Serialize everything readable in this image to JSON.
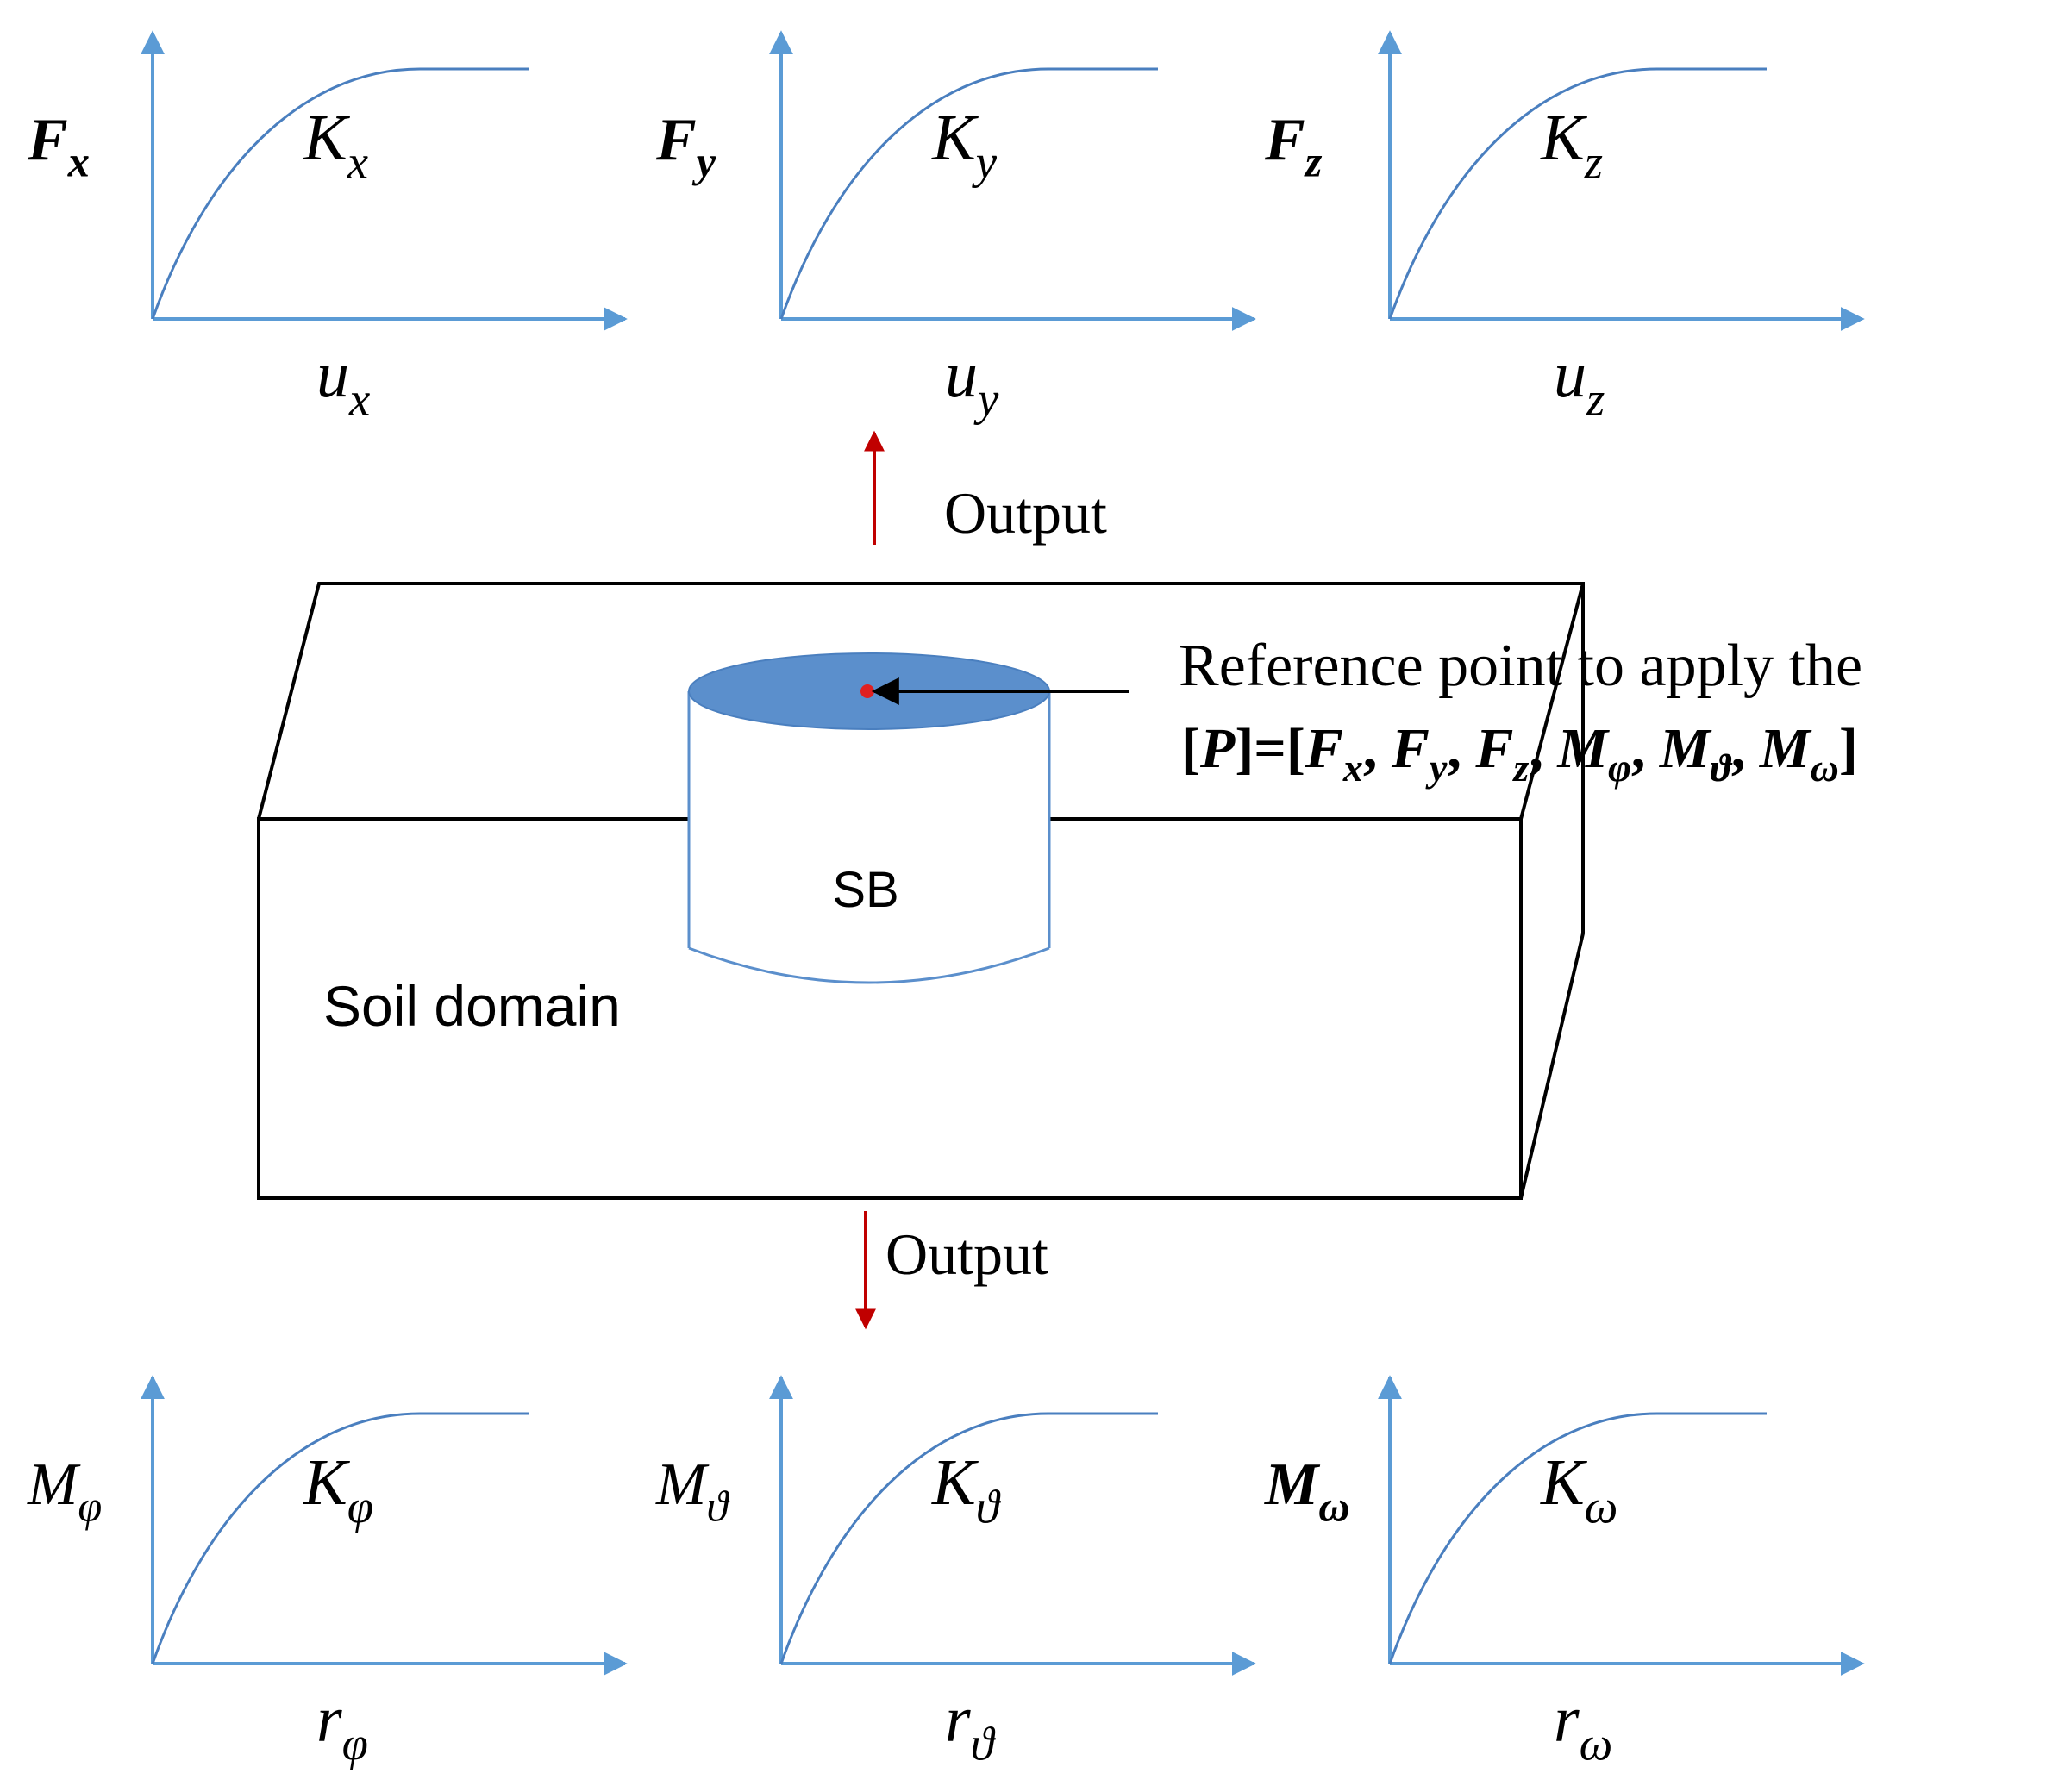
{
  "colors": {
    "curve": "#4a7fbf",
    "axis": "#5b9bd5",
    "cylinder_top": "#5b8fcc",
    "cylinder_line": "#5b8fcc",
    "arrow_red": "#c00000",
    "ref_point": "#e02020",
    "box_line": "#000000"
  },
  "top_charts": [
    {
      "force": "F",
      "force_sub": "x",
      "stiffness": "K",
      "stiffness_sub": "x",
      "disp": "u",
      "disp_sub": "x"
    },
    {
      "force": "F",
      "force_sub": "y",
      "stiffness": "K",
      "stiffness_sub": "y",
      "disp": "u",
      "disp_sub": "y"
    },
    {
      "force": "F",
      "force_sub": "z",
      "stiffness": "K",
      "stiffness_sub": "z",
      "disp": "u",
      "disp_sub": "z"
    }
  ],
  "bottom_charts": [
    {
      "force": "M",
      "force_sub": "φ",
      "stiffness": "K",
      "stiffness_sub": "φ",
      "disp": "r",
      "disp_sub": "φ"
    },
    {
      "force": "M",
      "force_sub": "ϑ",
      "stiffness": "K",
      "stiffness_sub": "ϑ",
      "disp": "r",
      "disp_sub": "ϑ"
    },
    {
      "force": "M",
      "force_sub": "ω",
      "stiffness": "K",
      "stiffness_sub": "ω",
      "disp": "r",
      "disp_sub": "ω"
    }
  ],
  "output_top": "Output",
  "output_bottom": "Output",
  "reference_line1": "Reference point to apply the",
  "reference_line2": {
    "open": "[",
    "P": "P",
    "eq": "]=[",
    "terms": [
      {
        "sym": "F",
        "sub": "x"
      },
      {
        "sym": "F",
        "sub": "y"
      },
      {
        "sym": "F",
        "sub": "z"
      },
      {
        "sym": "M",
        "sub": "φ"
      },
      {
        "sym": "M",
        "sub": "ϑ"
      },
      {
        "sym": "M",
        "sub": "ω"
      }
    ],
    "sep": ", ",
    "close": "]"
  },
  "sb_label": "SB",
  "soil_label": "Soil domain"
}
